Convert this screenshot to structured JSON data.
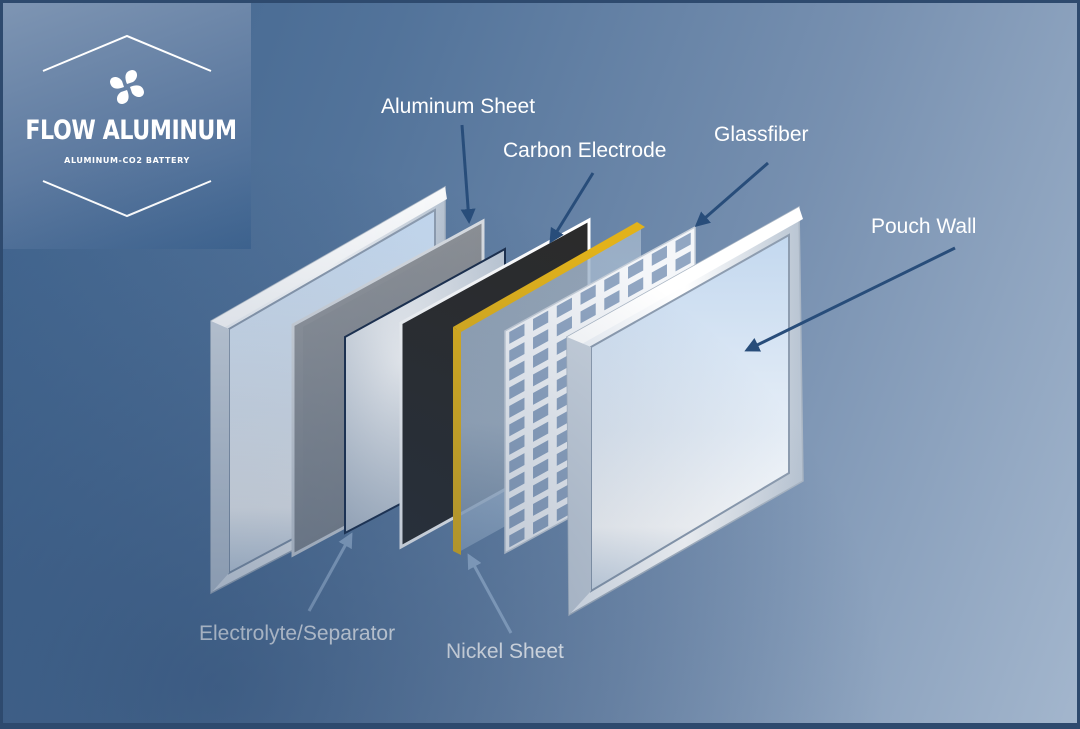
{
  "logo": {
    "title": "FLOW ALUMINUM",
    "subtitle": "ALUMINUM-CO2 BATTERY",
    "icon": "pinwheel-icon"
  },
  "layers": [
    {
      "key": "pouch_wall_back",
      "label": ""
    },
    {
      "key": "aluminum_sheet",
      "label": "Aluminum Sheet"
    },
    {
      "key": "electrolyte_separator",
      "label": "Electrolyte/Separator"
    },
    {
      "key": "carbon_electrode",
      "label": "Carbon Electrode"
    },
    {
      "key": "nickel_sheet",
      "label": "Nickel Sheet"
    },
    {
      "key": "glassfiber",
      "label": "Glassfiber"
    },
    {
      "key": "pouch_wall_front",
      "label": "Pouch Wall"
    }
  ],
  "labels": {
    "aluminum_sheet": "Aluminum Sheet",
    "carbon_electrode": "Carbon Electrode",
    "glassfiber": "Glassfiber",
    "pouch_wall": "Pouch Wall",
    "electrolyte_separator": "Electrolyte/Separator",
    "nickel_sheet": "Nickel Sheet"
  },
  "colors": {
    "arrow": "#284d7a",
    "arrow_light": "#9ab4d2",
    "nickel": "#e2b21a",
    "carbon": "#2c2c2c"
  }
}
